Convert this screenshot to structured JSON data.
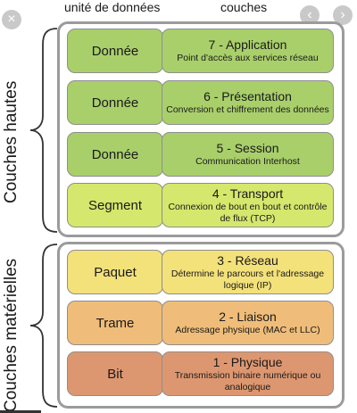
{
  "header": {
    "unit_col": "unité de données",
    "layer_col": "couches"
  },
  "nav": {
    "close_icon": "×",
    "prev_icon": "‹",
    "next_icon": "›"
  },
  "groups": {
    "upper": "Couches hautes",
    "lower": "Couches matérielles"
  },
  "layers": [
    {
      "unit": "Donnée",
      "name": "7 - Application",
      "desc": "Point d'accès aux services réseau",
      "color": "#a9cf6b"
    },
    {
      "unit": "Donnée",
      "name": "6 - Présentation",
      "desc": "Conversion et chiffrement des données",
      "color": "#a9cf6b"
    },
    {
      "unit": "Donnée",
      "name": "5 - Session",
      "desc": "Communication Interhost",
      "color": "#a9cf6b"
    },
    {
      "unit": "Segment",
      "name": "4 - Transport",
      "desc": "Connexion de bout en bout et contrôle de flux (TCP)",
      "color": "#d5e76d"
    },
    {
      "unit": "Paquet",
      "name": "3 - Réseau",
      "desc": "Détermine le parcours et l'adressage logique (IP)",
      "color": "#f3e17a"
    },
    {
      "unit": "Trame",
      "name": "2 - Liaison",
      "desc": "Adressage physique (MAC et LLC)",
      "color": "#efbd79"
    },
    {
      "unit": "Bit",
      "name": "1 - Physique",
      "desc": "Transmission binaire numérique ou analogique",
      "color": "#dd9770"
    }
  ]
}
